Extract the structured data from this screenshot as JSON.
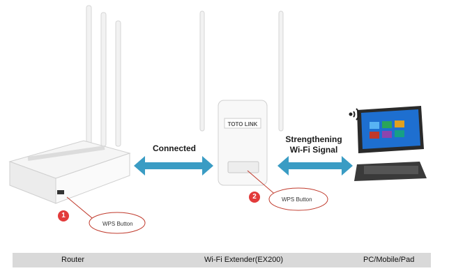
{
  "labels": {
    "connected": "Connected",
    "strengthening_line1": "Strengthening",
    "strengthening_line2": "Wi-Fi Signal",
    "wps_button_1": "WPS Button",
    "wps_button_2": "WPS Button",
    "step_1": "1",
    "step_2": "2",
    "brand": "TOTO LINK"
  },
  "captions": {
    "router": "Router",
    "extender": "Wi-Fi Extender(EX200)",
    "pc": "PC/Mobile/Pad"
  },
  "colors": {
    "arrow": "#3a9cc4",
    "badge": "#e23b3b",
    "bubble_stroke": "#c0392b",
    "caption_bg": "#d9d9d9"
  }
}
